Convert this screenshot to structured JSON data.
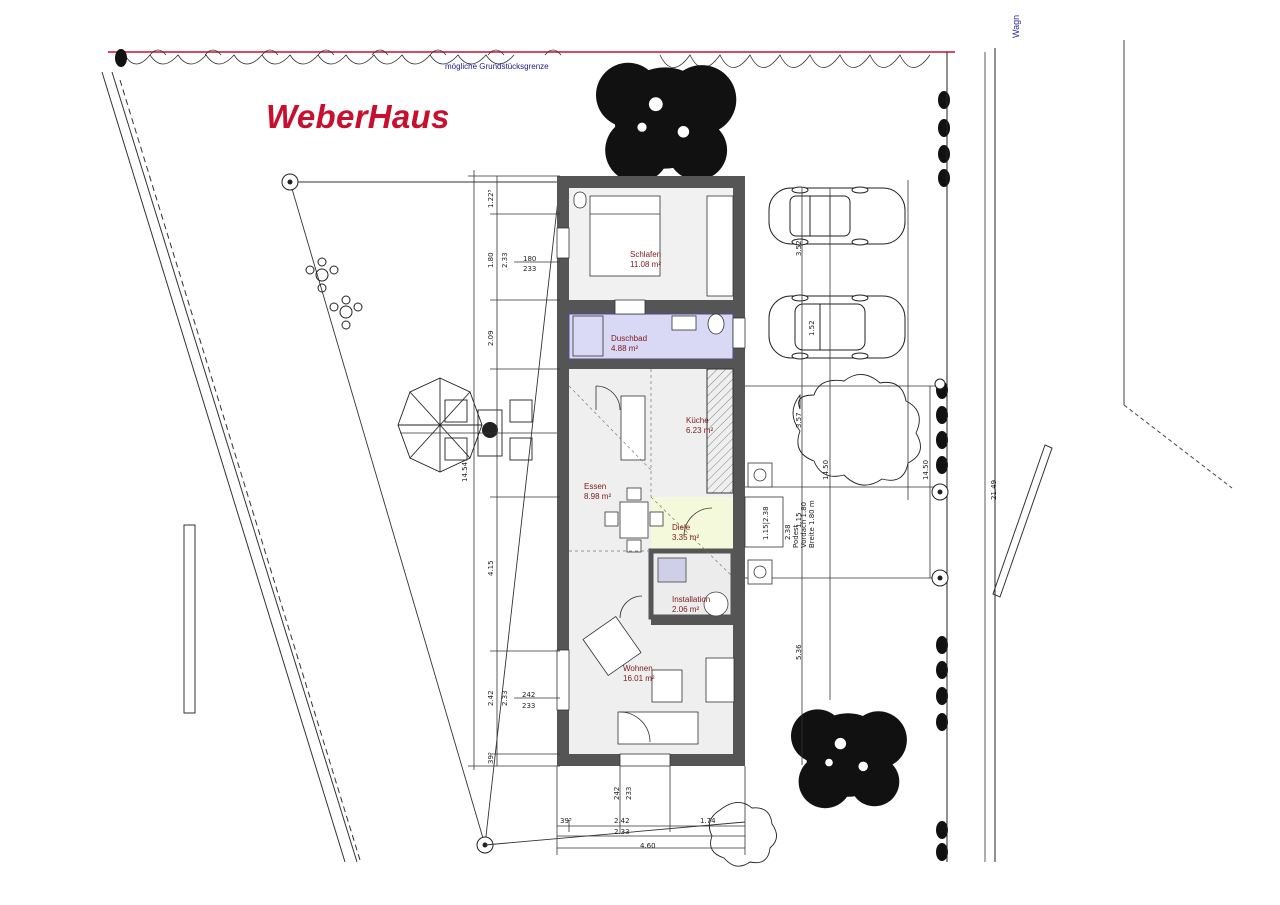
{
  "brand": {
    "logo_text": "WeberHaus"
  },
  "site": {
    "boundary_label": "mögliche Grundstücksgrenze",
    "street_label": "Wagn"
  },
  "rooms": [
    {
      "name": "Schlafen",
      "area": "11.08 m²"
    },
    {
      "name": "Duschbad",
      "area": "4.88 m²"
    },
    {
      "name": "Küche",
      "area": "6.23 m²"
    },
    {
      "name": "Essen",
      "area": "8.98 m²"
    },
    {
      "name": "Diele",
      "area": "3.35 m²"
    },
    {
      "name": "Installation",
      "area": "2.06 m²"
    },
    {
      "name": "Wohnen",
      "area": "16.01 m²"
    }
  ],
  "dimensions": {
    "left_outer": [
      "1.22",
      "1.80",
      "2.09",
      "14.54",
      "4.15",
      "2.42",
      "39"
    ],
    "left_inner": [
      "2.33",
      "2.33"
    ],
    "window_labels": [
      "180",
      "233",
      "242",
      "233"
    ],
    "bottom": [
      "39",
      "2.42",
      "1.74",
      "2.33",
      "4.60"
    ],
    "bottom_window": [
      "242",
      "233"
    ],
    "right_parking": [
      "3.52",
      "1.52",
      "3.57",
      "1.15",
      "5.36",
      "14.50",
      "14.50",
      "21.49"
    ],
    "entry_platform": [
      "1.15",
      "2.38",
      "1.15|2.38"
    ],
    "entry_notes": [
      "Podest",
      "Vordach 1.80",
      "Breite 1.80 m"
    ]
  }
}
